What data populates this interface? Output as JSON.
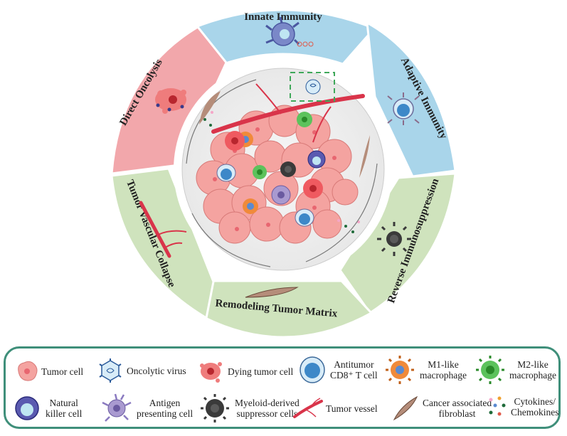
{
  "ring": {
    "segments": [
      {
        "label": "Innate Immunity",
        "color": "#a9d5ea"
      },
      {
        "label": "Adaptive Immunity",
        "color": "#a9d5ea"
      },
      {
        "label": "Reverse Immunosuppression",
        "color": "#cfe3bd"
      },
      {
        "label": "Remodeling Tumor Matrix",
        "color": "#cfe3bd"
      },
      {
        "label": "Tumor Vascular Collapse",
        "color": "#cfe3bd"
      },
      {
        "label": "Direct Oncolysis",
        "color": "#f2a7ab"
      }
    ]
  },
  "legend": {
    "tumor_cell": "Tumor cell",
    "oncolytic_virus": "Oncolytic virus",
    "dying_tumor_cell": "Dying tumor cell",
    "antitumor_t_cell_1": "Antitumor",
    "antitumor_t_cell_2": "CD8⁺ T cell",
    "m1_1": "M1-like",
    "m1_2": "macrophage",
    "m2_1": "M2-like",
    "m2_2": "macrophage",
    "nk_1": "Natural",
    "nk_2": "killer cell",
    "apc_1": "Antigen",
    "apc_2": "presenting cell",
    "mdsc_1": "Myeloid-derived",
    "mdsc_2": "suppressor cells",
    "tumor_vessel": "Tumor vessel",
    "caf_1": "Cancer associated",
    "caf_2": "fibroblast",
    "cyto_1": "Cytokines/",
    "cyto_2": "Chemokines"
  },
  "colors": {
    "blue_segment": "#a9d5ea",
    "green_segment": "#cfe3bd",
    "pink_segment": "#f2a7ab",
    "legend_border": "#3f8f7a",
    "tumor": "#f4a3a0",
    "vessel": "#d9344a"
  }
}
